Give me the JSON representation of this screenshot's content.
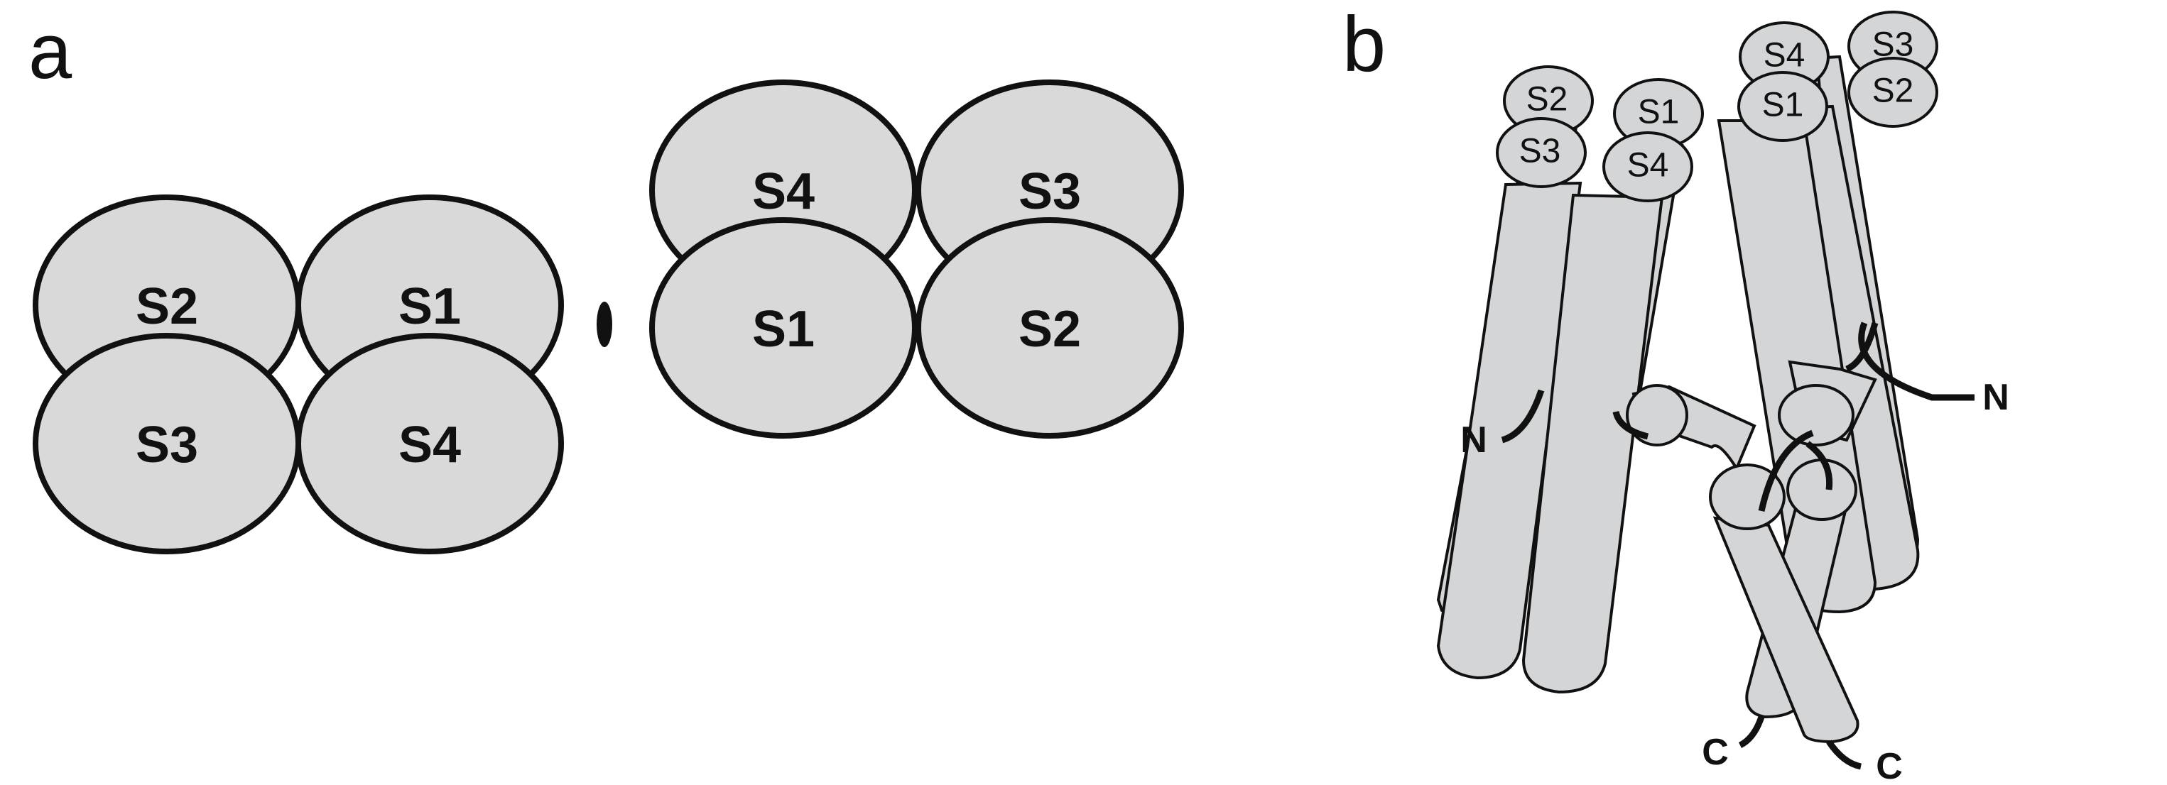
{
  "panels": {
    "a": {
      "label": "a",
      "left_tetramer": {
        "top_left": "S2",
        "top_right": "S1",
        "bottom_left": "S3",
        "bottom_right": "S4"
      },
      "right_tetramer": {
        "top_left": "S4",
        "top_right": "S3",
        "bottom_left": "S1",
        "bottom_right": "S2"
      },
      "symmetry_symbol": "two-fold-axis-ellipse"
    },
    "b": {
      "label": "b",
      "left_bundle": {
        "back_left": "S2",
        "back_right": "S1",
        "front_left": "S3",
        "front_right": "S4"
      },
      "right_bundle": {
        "back_left": "S4",
        "back_right": "S3",
        "front_left": "S1",
        "front_right": "S2"
      },
      "termini": {
        "n_left": "N",
        "n_right": "N",
        "c_left": "C",
        "c_right": "C"
      }
    }
  },
  "colors": {
    "fill": "#d9d9d9",
    "stroke": "#111111",
    "background": "#ffffff"
  }
}
